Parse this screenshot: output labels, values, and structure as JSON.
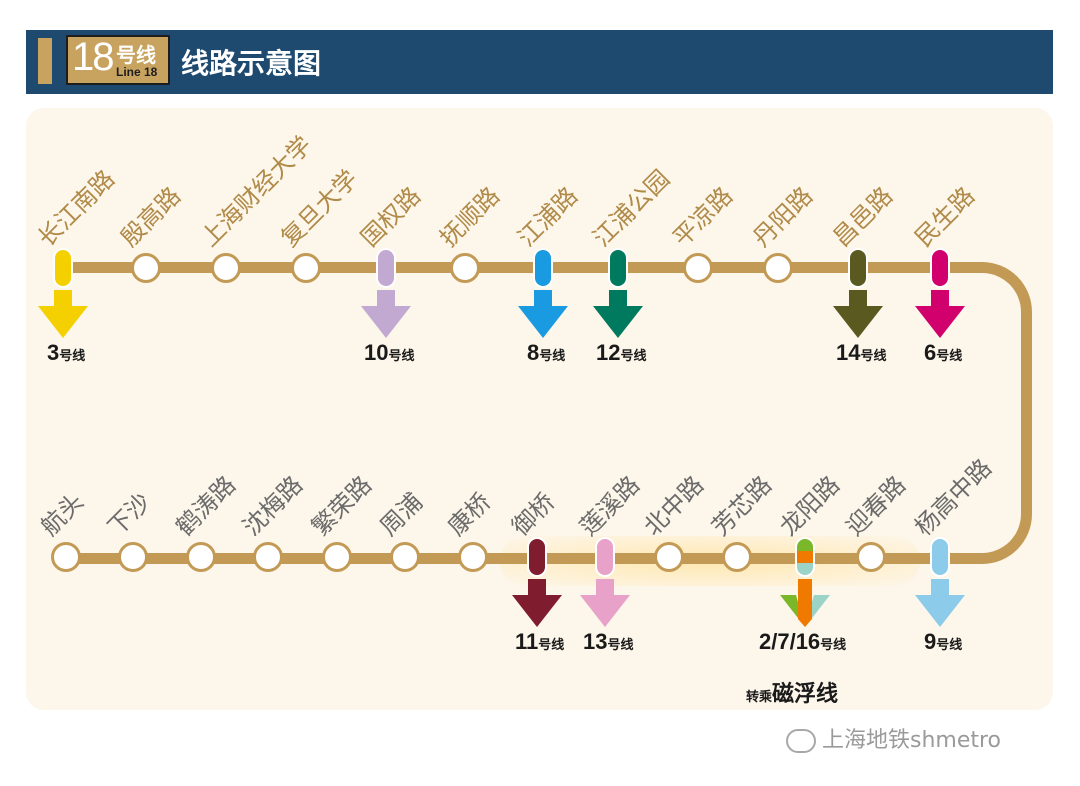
{
  "header": {
    "line_number": "18",
    "line_cn": "号线",
    "line_en": "Line 18",
    "title": "线路示意图"
  },
  "colors": {
    "track": "#c39a55",
    "header_bg": "#1d4a6e",
    "station_text_top": "#b08a48",
    "station_text_bottom": "#6b6b6b"
  },
  "stations_top": [
    {
      "name": "长江南路",
      "transfer": "3",
      "suffix": "号线",
      "color": "#f5d000"
    },
    {
      "name": "殷高路"
    },
    {
      "name": "上海财经大学"
    },
    {
      "name": "复旦大学"
    },
    {
      "name": "国权路",
      "transfer": "10",
      "suffix": "号线",
      "color": "#c2a9d1"
    },
    {
      "name": "抚顺路"
    },
    {
      "name": "江浦路",
      "transfer": "8",
      "suffix": "号线",
      "color": "#1a9ae0"
    },
    {
      "name": "江浦公园",
      "transfer": "12",
      "suffix": "号线",
      "color": "#007a5e"
    },
    {
      "name": "平凉路"
    },
    {
      "name": "丹阳路"
    },
    {
      "name": "昌邑路",
      "transfer": "14",
      "suffix": "号线",
      "color": "#5a5a20"
    },
    {
      "name": "民生路",
      "transfer": "6",
      "suffix": "号线",
      "color": "#d1006d"
    }
  ],
  "stations_bottom": [
    {
      "name": "航头"
    },
    {
      "name": "下沙"
    },
    {
      "name": "鹤涛路"
    },
    {
      "name": "沈梅路"
    },
    {
      "name": "繁荣路"
    },
    {
      "name": "周浦"
    },
    {
      "name": "康桥"
    },
    {
      "name": "御桥",
      "transfer": "11",
      "suffix": "号线",
      "color": "#7f1c2e"
    },
    {
      "name": "莲溪路",
      "transfer": "13",
      "suffix": "号线",
      "color": "#e8a1c8"
    },
    {
      "name": "北中路"
    },
    {
      "name": "芳芯路"
    },
    {
      "name": "龙阳路",
      "transfer": "2/7/16",
      "suffix": "号线",
      "color": "#f07a00",
      "colors": [
        "#7ab829",
        "#f07a00",
        "#9bd3c6"
      ]
    },
    {
      "name": "迎春路"
    },
    {
      "name": "杨高中路",
      "transfer": "9",
      "suffix": "号线",
      "color": "#8ccbea"
    }
  ],
  "transfer_note": {
    "prefix": "转乘",
    "main": "磁浮线"
  },
  "watermark": "上海地铁shmetro"
}
